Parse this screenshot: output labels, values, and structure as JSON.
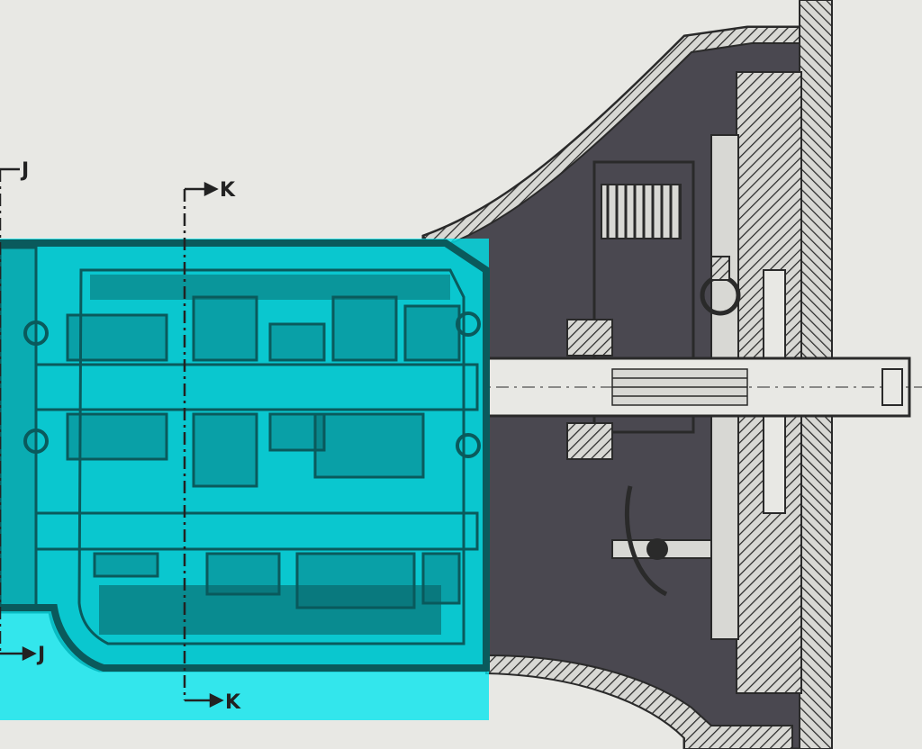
{
  "labels": {
    "j_top": "J",
    "j_bottom": "J",
    "k_top": "K",
    "k_bottom": "K"
  },
  "colors": {
    "paper": "#e8e8e4",
    "ink": "#2a2a2a",
    "dark_fill": "#4a4850",
    "mid_fill": "#6e6a75",
    "highlight": "#00e5ee",
    "highlight_ink": "#0a5a5c"
  }
}
